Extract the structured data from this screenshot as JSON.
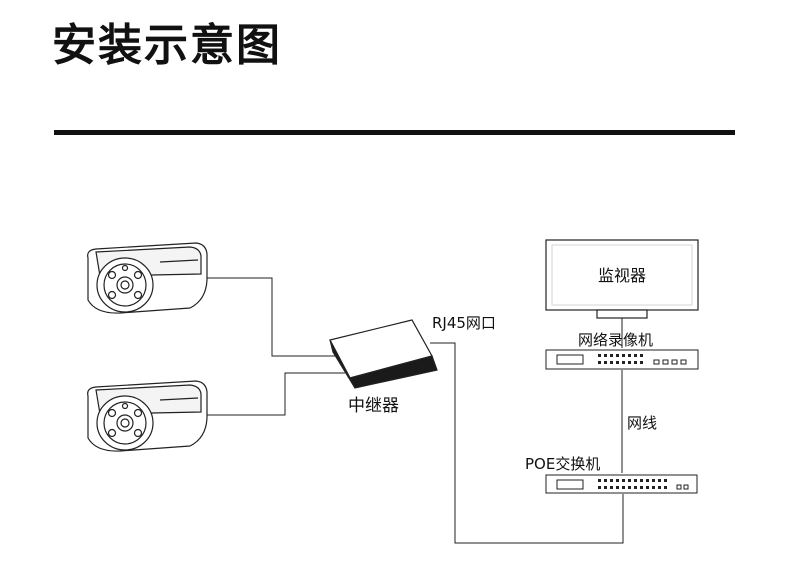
{
  "title": "安装示意图",
  "labels": {
    "port": "RJ45网口",
    "repeater": "中继器",
    "monitor": "监视器",
    "nvr": "网络录像机",
    "cable": "网线",
    "poe_switch": "POE交换机"
  }
}
